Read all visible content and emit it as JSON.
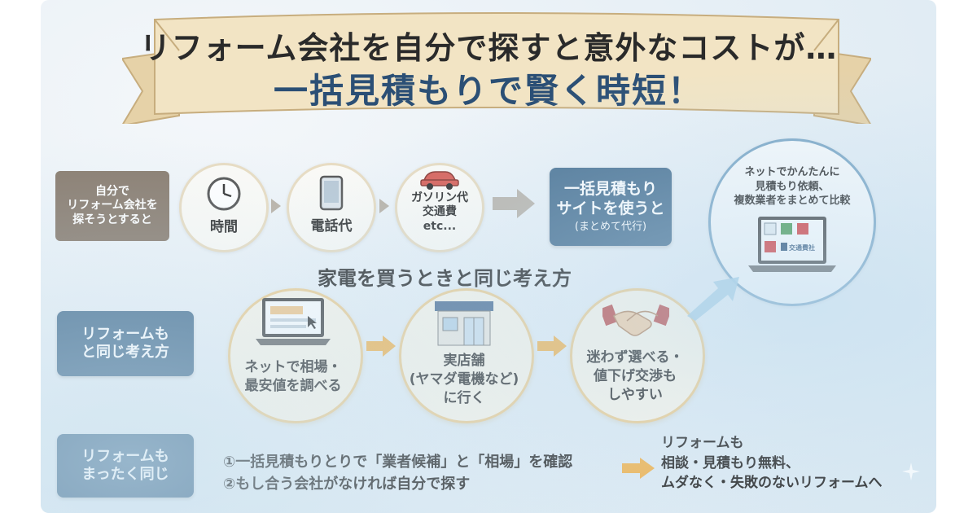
{
  "banner": {
    "line1": "リフォーム会社を自分で探すと意外なコストが…",
    "line2": "一括見積もりで賢く時短！"
  },
  "row1": {
    "lead_label": [
      "自分で",
      "リフォーム会社を",
      "探そうとすると"
    ],
    "costs": [
      {
        "label": [
          "時間"
        ],
        "icon": "clock-icon"
      },
      {
        "label": [
          "電話代"
        ],
        "icon": "phone-icon"
      },
      {
        "label": [
          "ガソリン代",
          "交通費",
          "etc..."
        ],
        "icon": "car-icon"
      }
    ],
    "site_box": {
      "line1": "一括見積もり",
      "line2": "サイトを使うと",
      "note": "(まとめて代行)"
    },
    "result": {
      "lines": [
        "ネットでかんたんに",
        "見積もり依頼、",
        "複数業者をまとめて比較"
      ],
      "icon": "laptop-icon",
      "logo_text": "交通費社"
    }
  },
  "row2": {
    "section_title": "家電を買うときと同じ考え方",
    "lead_label": [
      "リフォームも",
      "と同じ考え方"
    ],
    "steps": [
      {
        "label": [
          "ネットで相場・",
          "最安値を調べる"
        ],
        "icon": "laptop-browser-icon"
      },
      {
        "label": [
          "実店舗",
          "(ヤマダ電機など)",
          "に行く"
        ],
        "icon": "store-icon"
      },
      {
        "label": [
          "迷わず選べる・",
          "値下げ交渉も",
          "しやすい"
        ],
        "icon": "handshake-icon"
      }
    ]
  },
  "row3": {
    "lead_label": [
      "リフォームも",
      "まったく同じ"
    ],
    "items": [
      "①一括見積もりとりで「業者候補」と「相場」を確認",
      "②もし合う会社がなければ自分で探す"
    ],
    "result": [
      "リフォームも",
      "相談・見積もり無料、",
      "ムダなく・失敗のないリフォームへ"
    ]
  },
  "colors": {
    "blue": "#4e7595",
    "title_blue": "#2b4f75",
    "brown": "#8a7d70",
    "orange_arrow": "#f3b552",
    "circle_border": "#efcf94"
  }
}
